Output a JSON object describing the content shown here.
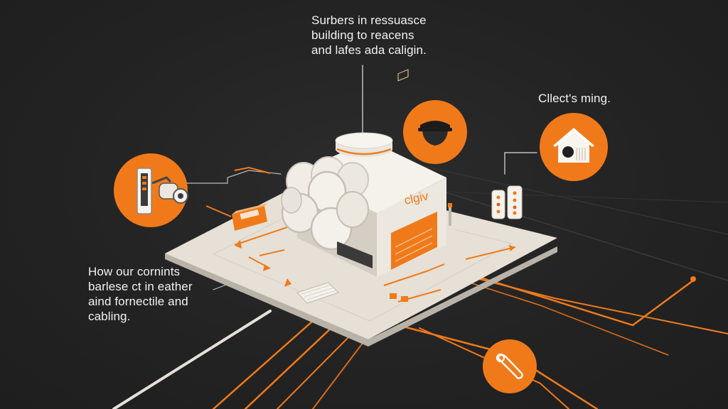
{
  "captions": {
    "top": "Surbers in ressuasce\nbuilding to reacens\nand lafes ada caligin.",
    "right": "Cllect's ming.",
    "left": "How our cornints\nbarlese ct in eather\naind fornectile and\ncabling."
  },
  "building": {
    "logo_text": "clgiv"
  },
  "callouts": [
    {
      "name": "camera-device-callout",
      "icon": "security-camera-icon"
    },
    {
      "name": "guard-cap-callout",
      "icon": "guard-cap-icon"
    },
    {
      "name": "house-callout",
      "icon": "house-icon"
    },
    {
      "name": "wrench-callout",
      "icon": "wrench-icon"
    }
  ],
  "colors": {
    "background": "#232323",
    "accent": "#f07a1a",
    "platform": "#e6e0d6",
    "building": "#ece7df",
    "text": "#f2f2f2"
  }
}
